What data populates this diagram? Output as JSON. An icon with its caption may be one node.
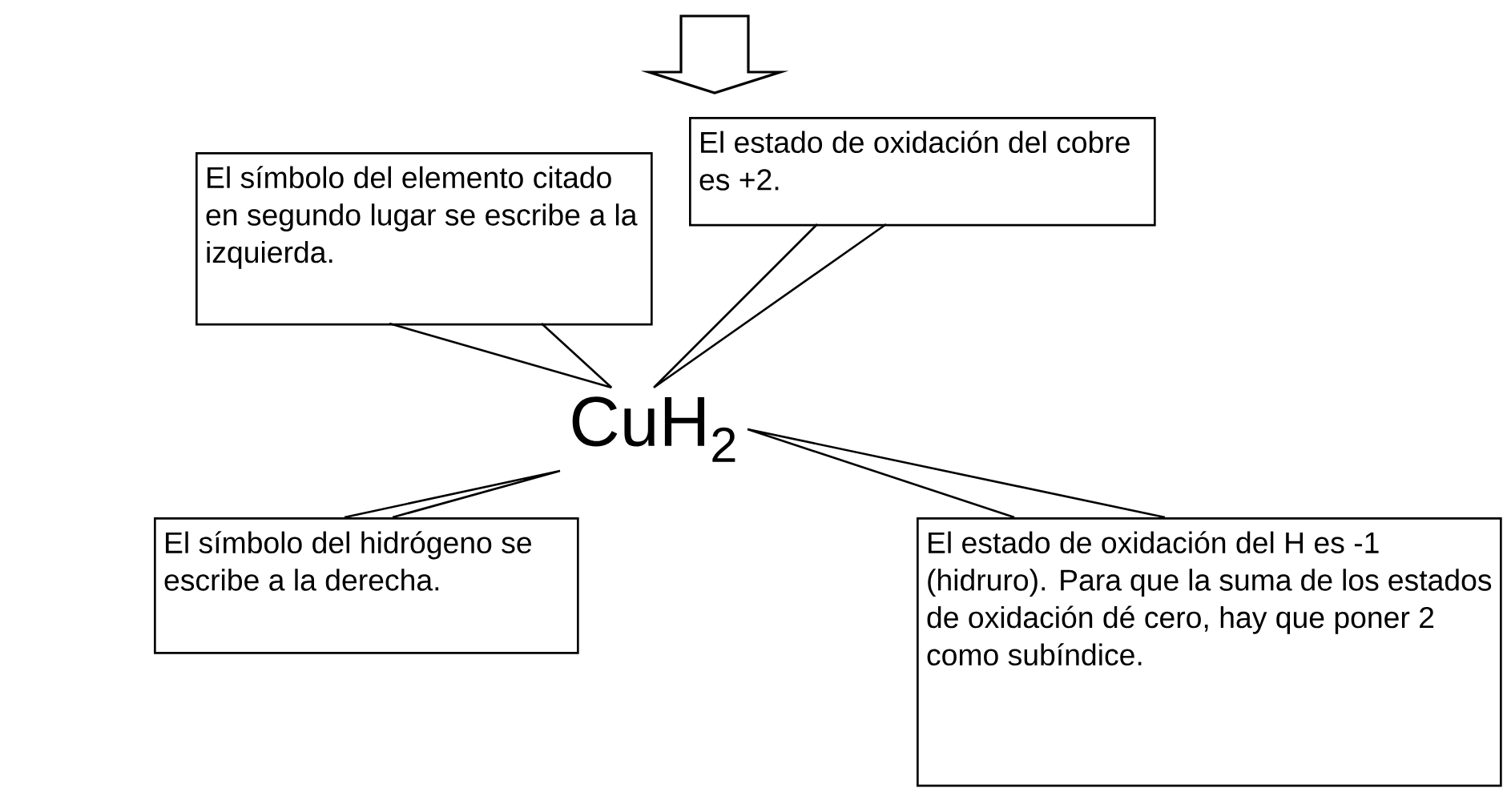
{
  "diagram": {
    "nodes": [
      {
        "text": [
          "El símbolo del elemento citado en segundo lugar se escribe a la izquierda."
        ]
      },
      {
        "text": [
          "El estado de oxidación del cobre es +2."
        ]
      },
      {
        "text": [
          "CuH$_{2}$"
        ]
      },
      {
        "text": [
          "El símbolo del hidrógeno se escribe a la derecha."
        ]
      },
      {
        "text": [
          "El estado de oxidación del H es -1 (hidruro). Para que la suma de los estados de oxidación dé cero, hay que poner 2 como subíndice."
        ]
      }
    ],
    "edges": [
      {
        "from": 0,
        "to": 2,
        "arrow": "none"
      },
      {
        "from": 1,
        "to": 2,
        "arrow": "none"
      },
      {
        "from": 3,
        "to": 2,
        "arrow": "none"
      },
      {
        "from": 4,
        "to": 2,
        "arrow": "none"
      }
    ]
  }
}
